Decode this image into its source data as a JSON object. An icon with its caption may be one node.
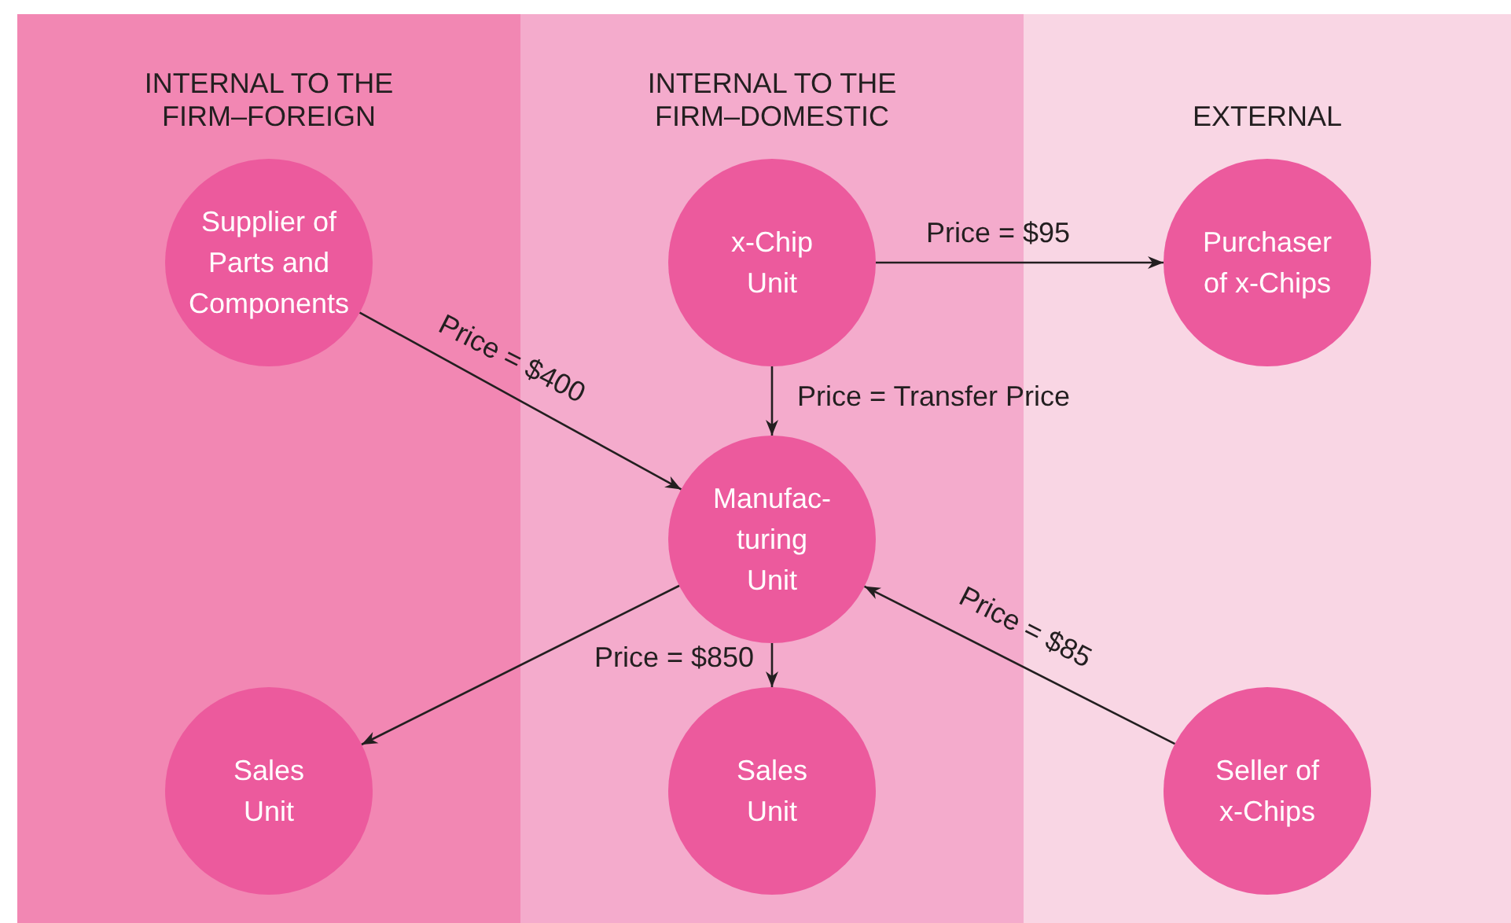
{
  "diagram": {
    "nodes": [
      {
        "text": [
          "INTERNAL TO THE FIRM–FOREIGN"
        ]
      },
      {
        "text": [
          "INTERNAL TO THE FIRM–DOMESTIC"
        ]
      },
      {
        "text": [
          "EXTERNAL"
        ]
      },
      {
        "text": [
          "Supplier of Parts and Components"
        ],
        "in": 0
      },
      {
        "text": [
          "x-Chip Unit"
        ],
        "in": 1
      },
      {
        "text": [
          "Purchaser of x-Chips"
        ],
        "in": 2
      },
      {
        "text": [
          "Manufac- turing Unit"
        ],
        "in": 1
      },
      {
        "text": [
          "Sales Unit"
        ],
        "in": 0
      },
      {
        "text": [
          "Sales Unit"
        ],
        "in": 1
      },
      {
        "text": [
          "Seller of x-Chips"
        ],
        "in": 2
      }
    ],
    "edges": [
      {
        "from": 4,
        "to": 5,
        "arrow": "to",
        "label": "Price = $95"
      },
      {
        "from": 3,
        "to": 6,
        "arrow": "to",
        "label": "Price = $400"
      },
      {
        "from": 4,
        "to": 6,
        "arrow": "to",
        "label": "Price = Transfer Price"
      },
      {
        "from": 9,
        "to": 6,
        "arrow": "to",
        "label": "Price = $85"
      },
      {
        "from": 6,
        "to": 7,
        "arrow": "to"
      },
      {
        "from": 6,
        "to": 8,
        "arrow": "to",
        "label": "Price = $850"
      }
    ]
  }
}
